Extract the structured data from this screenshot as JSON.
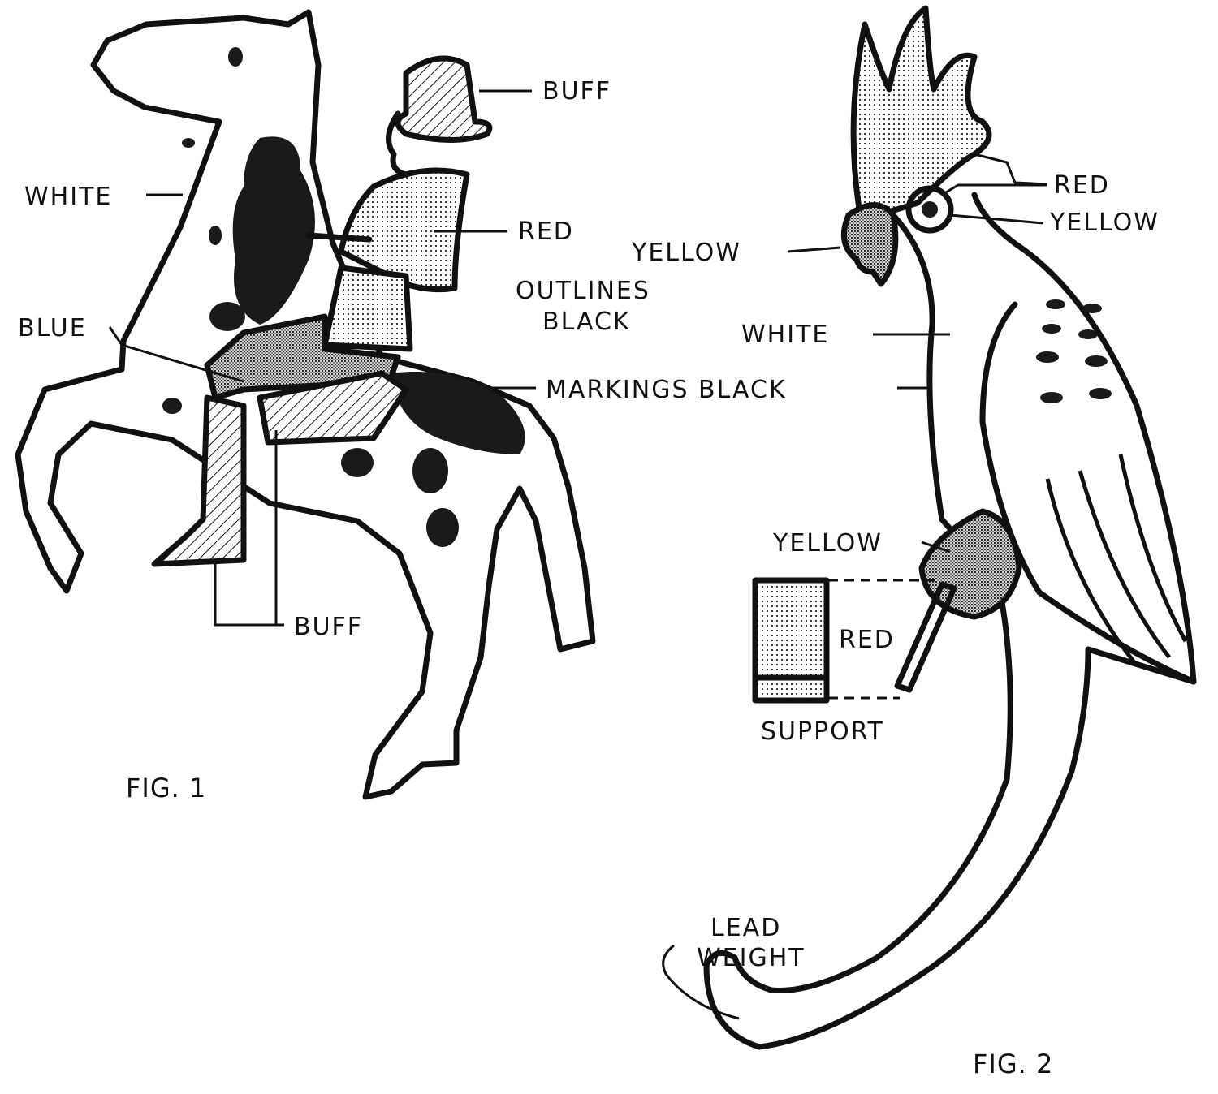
{
  "figure1": {
    "caption": "FIG. 1",
    "labels": {
      "hat": "BUFF",
      "horse_body": "WHITE",
      "coat": "RED",
      "outlines_line1": "OUTLINES",
      "outlines_line2": "BLACK",
      "trousers": "BLUE",
      "markings": "MARKINGS BLACK",
      "boots": "BUFF"
    }
  },
  "figure2": {
    "caption": "FIG. 2",
    "labels": {
      "crest": "RED",
      "eye": "YELLOW",
      "beak": "YELLOW",
      "body": "WHITE",
      "feet": "YELLOW",
      "support_color": "RED",
      "support": "SUPPORT",
      "weight_line1": "LEAD",
      "weight_line2": "WEIGHT"
    }
  },
  "colors": {
    "ink": "#111111",
    "paper": "#ffffff"
  }
}
